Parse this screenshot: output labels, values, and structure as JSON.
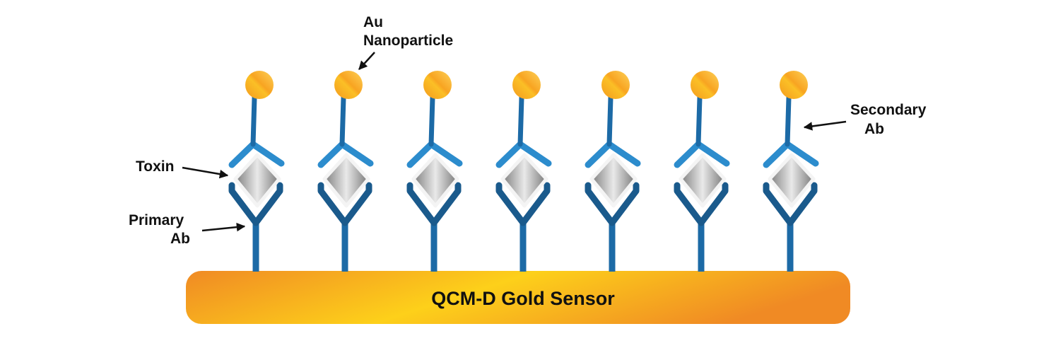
{
  "labels": {
    "au_line1": "Au",
    "au_line2": "Nanoparticle",
    "secondary_line1": "Secondary",
    "secondary_line2": "Ab",
    "toxin": "Toxin",
    "primary_line1": "Primary",
    "primary_line2": "Ab",
    "sensor": "QCM-D Gold Sensor"
  },
  "assembly_count": 7,
  "colors": {
    "primary_ab": "#1a5a8c",
    "primary_stem": "#1c6aa6",
    "secondary_ab": "#2c8ccd",
    "toxin_light": "#e6e6e6",
    "toxin_dark": "#7f7f7f",
    "gold_light": "#fdd01a",
    "gold_dark": "#f08a24",
    "arrow": "#111111"
  }
}
